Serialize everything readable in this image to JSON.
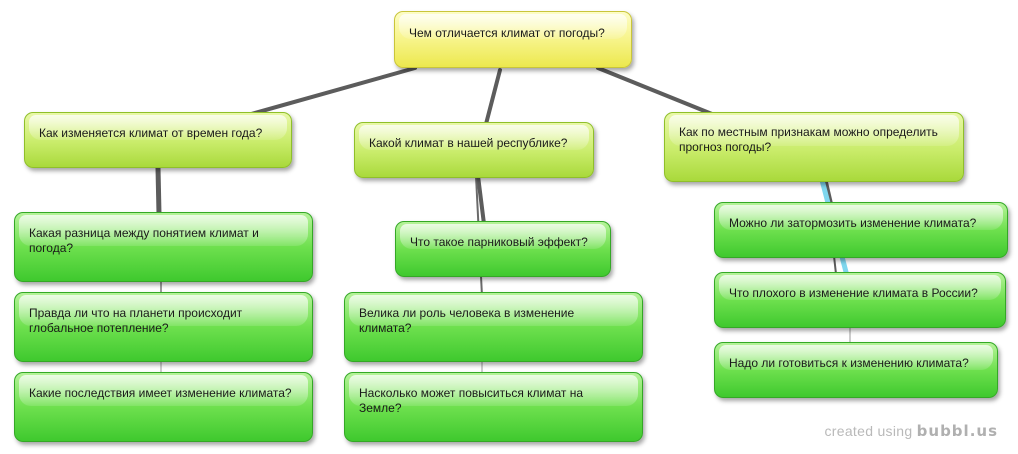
{
  "mindmap": {
    "root": "Чем отличается климат от погоды?",
    "branches": [
      {
        "label": "Как изменяется климат от времен года?",
        "children": [
          "Какая разница между понятием климат и погода?",
          "Правда ли что на планети происходит глобальное потепление?",
          "Какие последствия имеет изменение климата?"
        ]
      },
      {
        "label": "Какой климат в нашей республике?",
        "children": [
          "Что такое парниковый эффект?",
          "Велика ли роль человека в изменение климата?",
          "Насколько может повыситься климат на Земле?"
        ]
      },
      {
        "label": "Как по местным признакам можно определить прогноз погоды?",
        "children": [
          "Можно ли затормозить изменение климата?",
          "Что плохого в изменение климата в России?",
          "Надо ли готовиться к изменению климата?"
        ]
      }
    ]
  },
  "watermark": {
    "prefix": "created using",
    "brand": "bubbl.us"
  },
  "colors": {
    "root": "#f7f48a",
    "branch": "#c9ec6a",
    "leaf": "#6ee04e",
    "connector": "#5a5a5a",
    "highlight_connector": "#7fd7ee"
  }
}
